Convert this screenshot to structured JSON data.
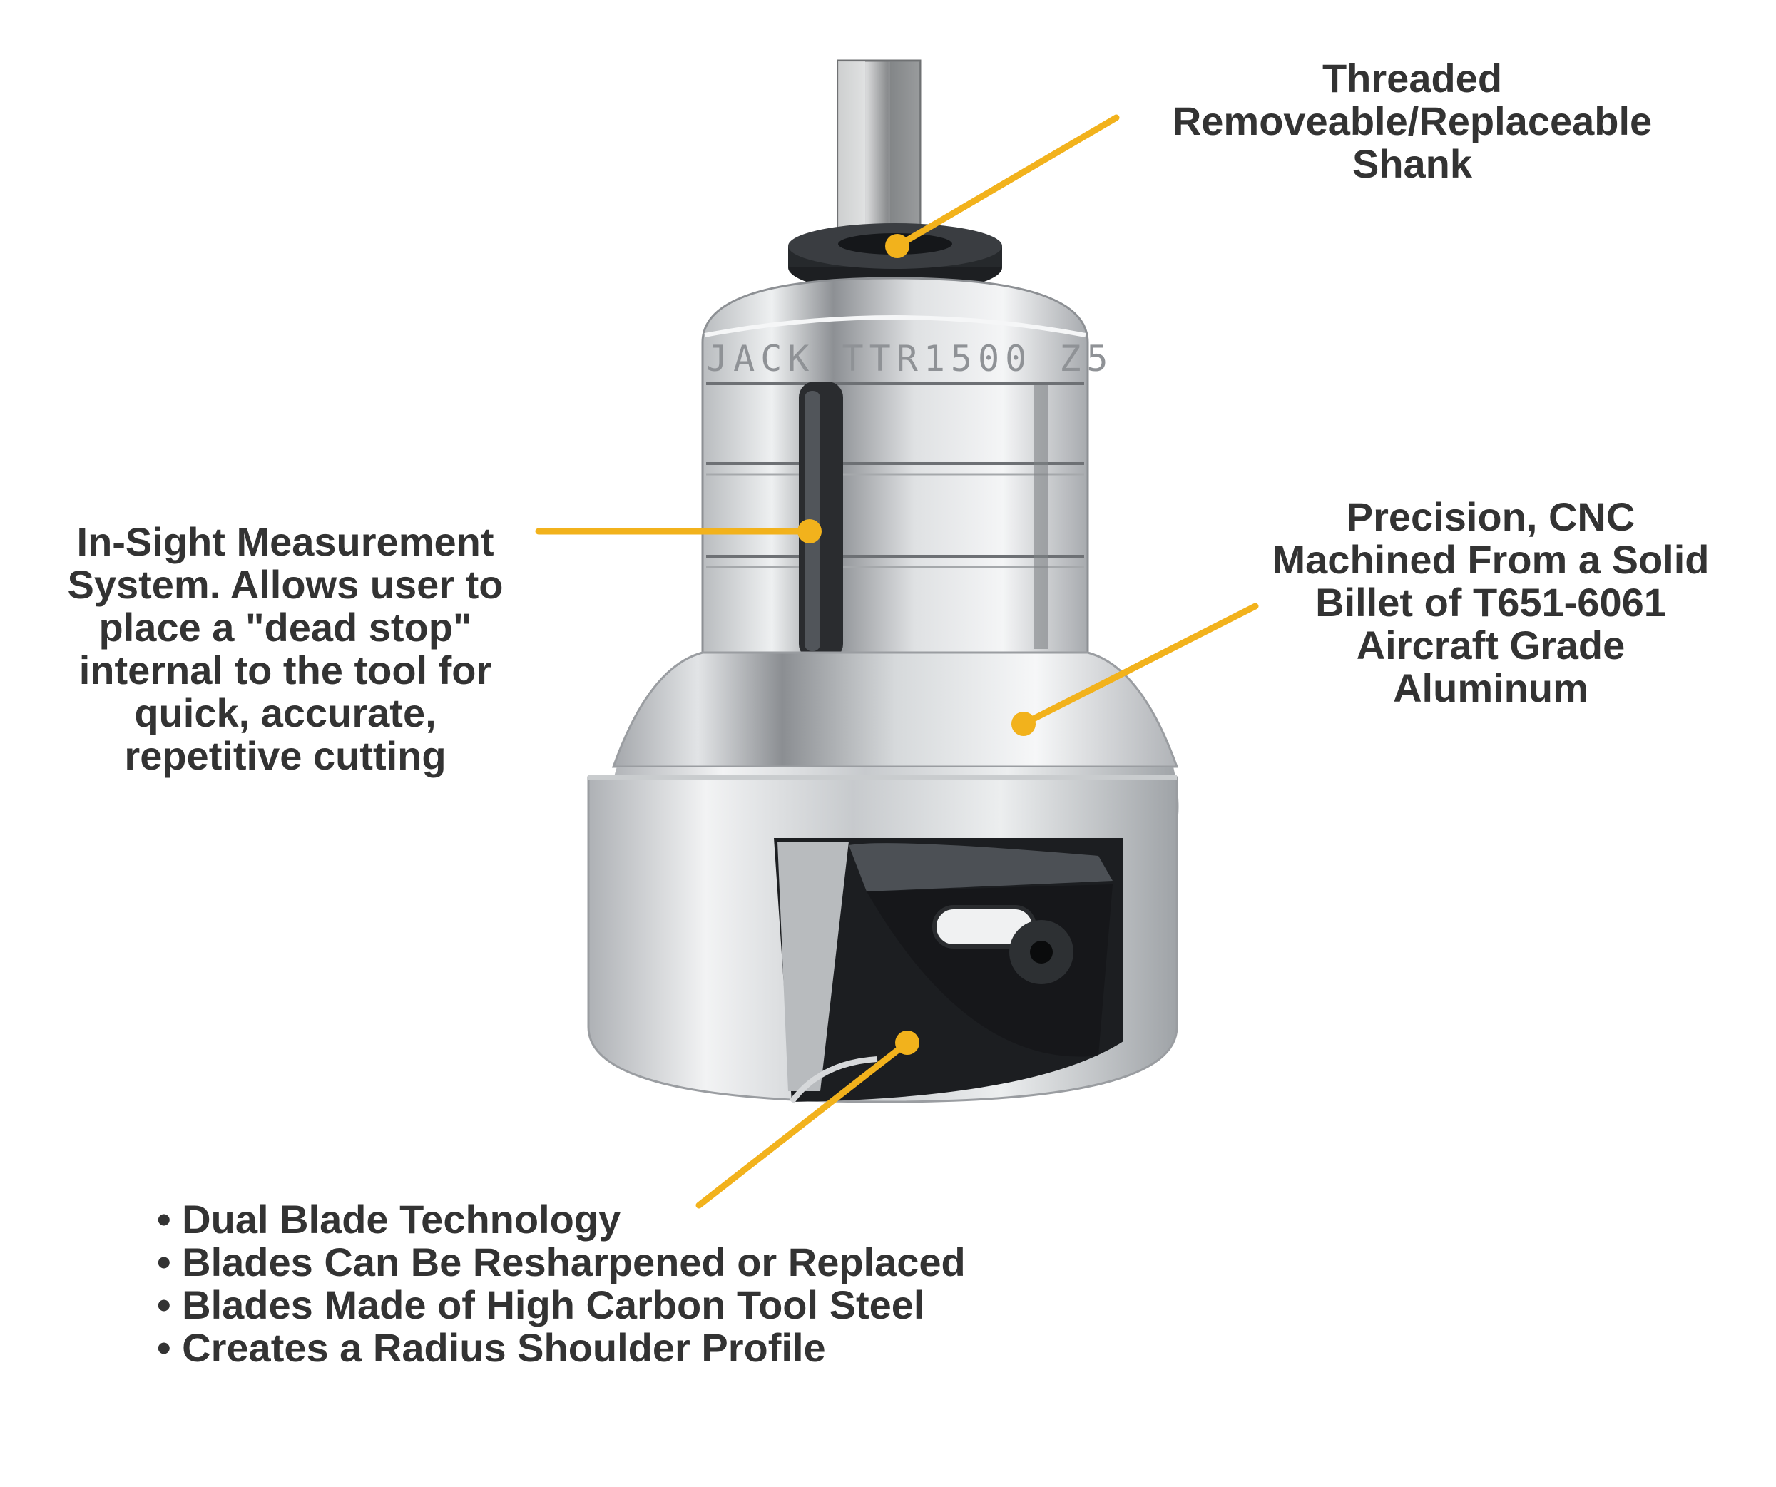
{
  "colors": {
    "callout": "#F2B21C",
    "text": "#333333",
    "background": "#FFFFFF"
  },
  "image": {
    "engraving": "JACK TTR1500 Z5"
  },
  "callouts": {
    "shank": {
      "lines": [
        "Threaded",
        "Removeable/Replaceable",
        "Shank"
      ]
    },
    "measurement": {
      "lines": [
        "In-Sight Measurement",
        "System. Allows user to",
        "place a \"dead stop\"",
        "internal to the tool for",
        "quick, accurate,",
        "repetitive cutting"
      ]
    },
    "material": {
      "lines": [
        "Precision, CNC",
        "Machined From a Solid",
        "Billet of T651-6061",
        "Aircraft Grade",
        "Aluminum"
      ]
    },
    "blades": {
      "bullets": [
        "• Dual Blade Technology",
        "• Blades Can Be Resharpened or Replaced",
        "• Blades Made of High Carbon Tool Steel",
        "• Creates a Radius Shoulder Profile"
      ]
    }
  }
}
